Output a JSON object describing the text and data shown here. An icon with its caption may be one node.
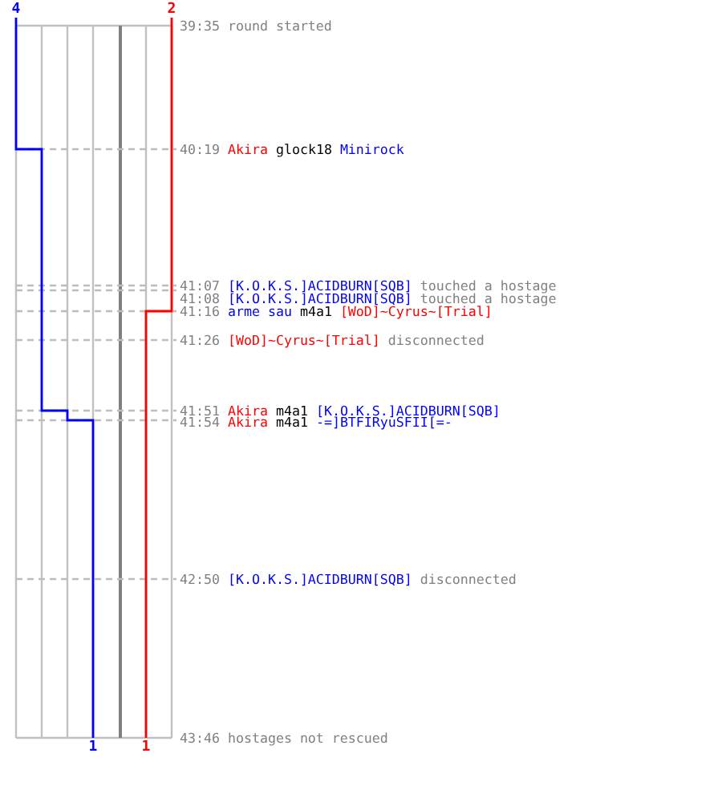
{
  "diagram": {
    "labels": [
      "4",
      "2",
      "39:35",
      "round started",
      "40:19",
      "Akira",
      "glock18",
      "Minirock",
      "41:07",
      "[K.O.K.S.]ACIDBURN[SQB]",
      "touched a hostage",
      "41:08",
      "[K.O.K.S.]ACIDBURN[SQB]",
      "touched a hostage",
      "41:16",
      "arme sau",
      "m4a1",
      "[WoD]~Cyrus~[Trial]",
      "41:26",
      "[WoD]~Cyrus~[Trial]",
      "disconnected",
      "41:51",
      "Akira",
      "m4a1",
      "[K.O.K.S.]ACIDBURN[SQB]",
      "41:54",
      "Akira",
      "m4a1",
      "-=]BTFIRyuSFII[=-",
      "42:50",
      "[K.O.K.S.]ACIDBURN[SQB]",
      "disconnected",
      "1",
      "1",
      "43:46",
      "hostages not rescued"
    ]
  }
}
